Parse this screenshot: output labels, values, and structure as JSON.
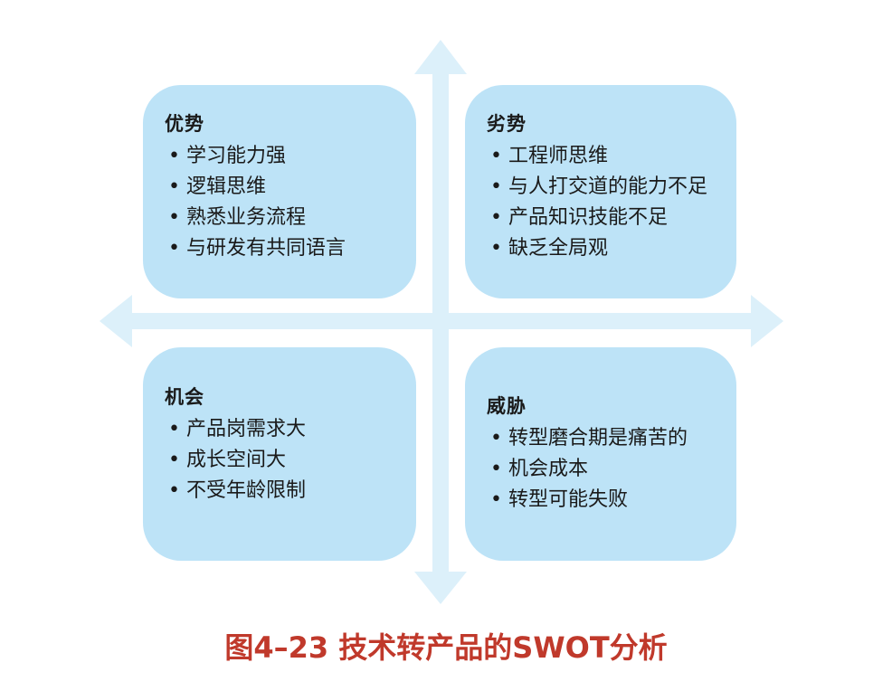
{
  "colors": {
    "quadrant_fill": "#bde3f7",
    "axis_fill": "#dcf0fa",
    "caption_red": "#c0392b"
  },
  "quadrants": {
    "strengths": {
      "title": "优势",
      "items": [
        "学习能力强",
        "逻辑思维",
        "熟悉业务流程",
        "与研发有共同语言"
      ]
    },
    "weaknesses": {
      "title": "劣势",
      "items": [
        "工程师思维",
        "与人打交道的能力不足",
        "产品知识技能不足",
        "缺乏全局观"
      ]
    },
    "opportunities": {
      "title": "机会",
      "items": [
        "产品岗需求大",
        "成长空间大",
        "不受年龄限制"
      ]
    },
    "threats": {
      "title": "威胁",
      "items": [
        "转型磨合期是痛苦的",
        "机会成本",
        "转型可能失败"
      ]
    }
  },
  "bullet": "•",
  "caption": "图4–23 技术转产品的SWOT分析"
}
